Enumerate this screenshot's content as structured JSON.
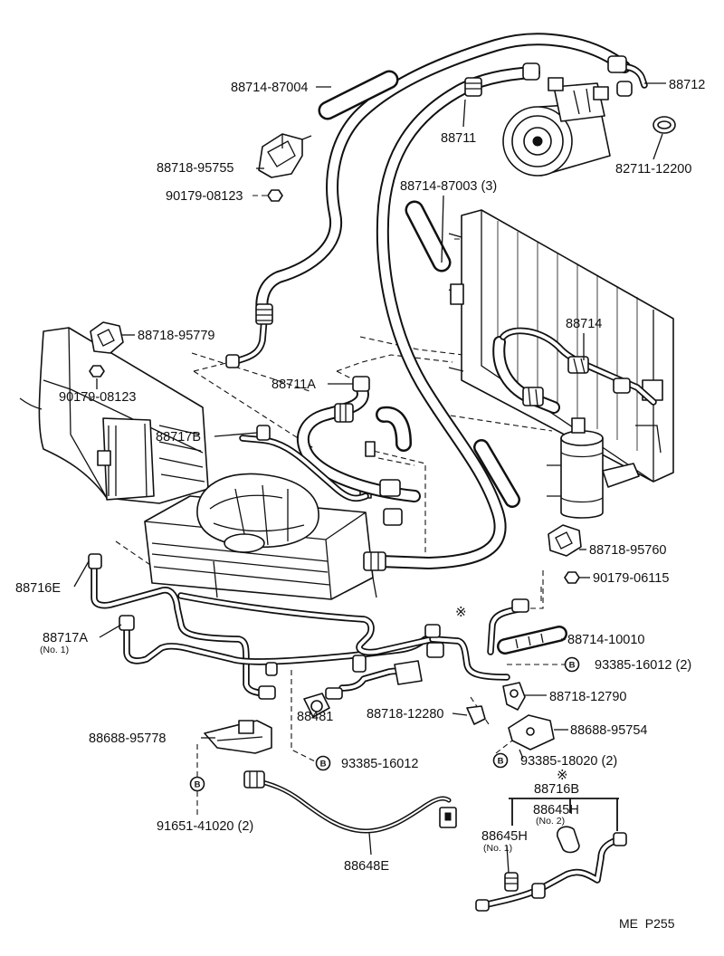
{
  "diagram": {
    "page_code": "ME  P255",
    "markers": {
      "asterisk": "※",
      "bolt": "B"
    },
    "notes": {
      "no1": "(No. 1)",
      "no2": "(No. 2)"
    },
    "parts": {
      "p88714_87004": "88714-87004",
      "p88711": "88711",
      "p88712": "88712",
      "p82711_12200": "82711-12200",
      "p88718_95755": "88718-95755",
      "p90179_08123_top": "90179-08123",
      "p88714_87003": "88714-87003 (3)",
      "p88714": "88714",
      "p88718_95779": "88718-95779",
      "p90179_08123_left": "90179-08123",
      "p88711A": "88711A",
      "p88717B": "88717B",
      "p88716E": "88716E",
      "p88718_95760": "88718-95760",
      "p90179_06115": "90179-06115",
      "p88717A": "88717A",
      "p88714_10010": "88714-10010",
      "p93385_16012_2": "93385-16012 (2)",
      "p88718_12790": "88718-12790",
      "p88481": "88481",
      "p88718_12280": "88718-12280",
      "p88688_95754": "88688-95754",
      "p88688_95778": "88688-95778",
      "p93385_16012": "93385-16012",
      "p93385_18020": "93385-18020 (2)",
      "p88716B": "88716B",
      "p88645H_no2": "88645H",
      "p88645H_no1": "88645H",
      "p91651_41020": "91651-41020 (2)",
      "p88648E": "88648E"
    }
  }
}
